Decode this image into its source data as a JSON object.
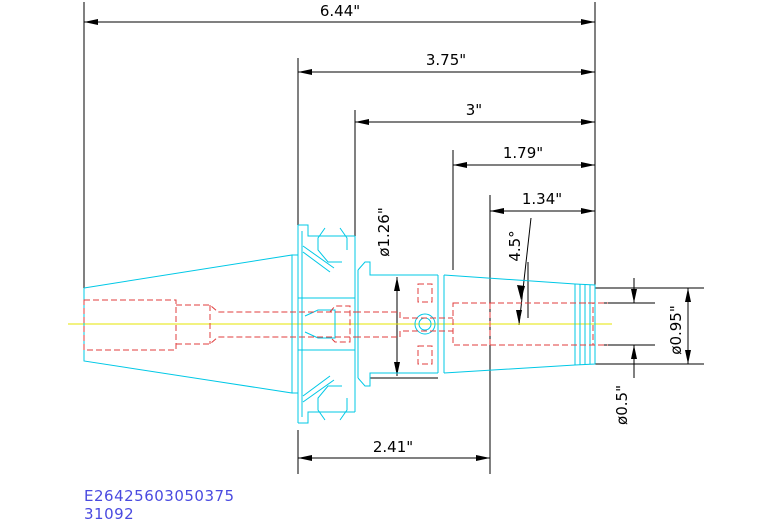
{
  "dimensions": {
    "overall_length": "6.44\"",
    "flange_to_end": "3.75\"",
    "body_to_end": "3\"",
    "nose_to_end": "1.79\"",
    "taper_to_end": "1.34\"",
    "flange_to_nose": "2.41\"",
    "body_diameter": "ø1.26\"",
    "taper_angle": "4.5°",
    "nose_diameter": "ø0.95\"",
    "bore_diameter": "ø0.5\""
  },
  "part": {
    "code": "E26425603050375",
    "number": "31092"
  },
  "colors": {
    "outline": "#00c8e6",
    "hidden": "#e03c3c",
    "centerline": "#e6e600",
    "dimension": "#000000",
    "part_text": "#4a4ae0"
  }
}
